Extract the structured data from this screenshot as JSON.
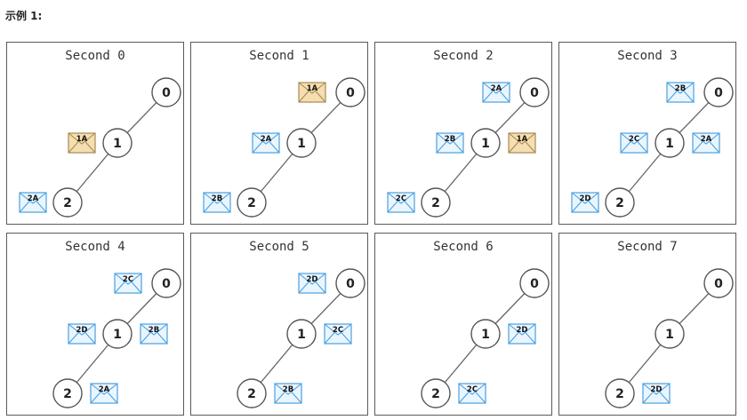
{
  "heading": "示例 1:",
  "panels": [
    {
      "title": "Second 0",
      "messages": [
        {
          "label": "1A",
          "slot": "left-1",
          "tan": true
        },
        {
          "label": "2A",
          "slot": "left-2",
          "tan": false
        }
      ]
    },
    {
      "title": "Second 1",
      "messages": [
        {
          "label": "1A",
          "slot": "left-0",
          "tan": true
        },
        {
          "label": "2A",
          "slot": "left-1",
          "tan": false
        },
        {
          "label": "2B",
          "slot": "left-2",
          "tan": false
        }
      ]
    },
    {
      "title": "Second 2",
      "messages": [
        {
          "label": "2A",
          "slot": "left-0",
          "tan": false
        },
        {
          "label": "2B",
          "slot": "left-1",
          "tan": false
        },
        {
          "label": "1A",
          "slot": "right-1",
          "tan": true
        },
        {
          "label": "2C",
          "slot": "left-2",
          "tan": false
        }
      ]
    },
    {
      "title": "Second 3",
      "messages": [
        {
          "label": "2B",
          "slot": "left-0",
          "tan": false
        },
        {
          "label": "2C",
          "slot": "left-1",
          "tan": false
        },
        {
          "label": "2A",
          "slot": "right-1",
          "tan": false
        },
        {
          "label": "2D",
          "slot": "left-2",
          "tan": false
        }
      ]
    },
    {
      "title": "Second 4",
      "messages": [
        {
          "label": "2C",
          "slot": "left-0",
          "tan": false
        },
        {
          "label": "2D",
          "slot": "left-1",
          "tan": false
        },
        {
          "label": "2B",
          "slot": "right-1",
          "tan": false
        },
        {
          "label": "2A",
          "slot": "right-2",
          "tan": false
        }
      ]
    },
    {
      "title": "Second 5",
      "messages": [
        {
          "label": "2D",
          "slot": "left-0",
          "tan": false
        },
        {
          "label": "2C",
          "slot": "right-1",
          "tan": false
        },
        {
          "label": "2B",
          "slot": "right-2",
          "tan": false
        }
      ]
    },
    {
      "title": "Second 6",
      "messages": [
        {
          "label": "2D",
          "slot": "right-1",
          "tan": false
        },
        {
          "label": "2C",
          "slot": "right-2",
          "tan": false
        }
      ]
    },
    {
      "title": "Second 7",
      "messages": [
        {
          "label": "2D",
          "slot": "right-2",
          "tan": false
        }
      ]
    }
  ],
  "nodes": [
    "0",
    "1",
    "2"
  ]
}
